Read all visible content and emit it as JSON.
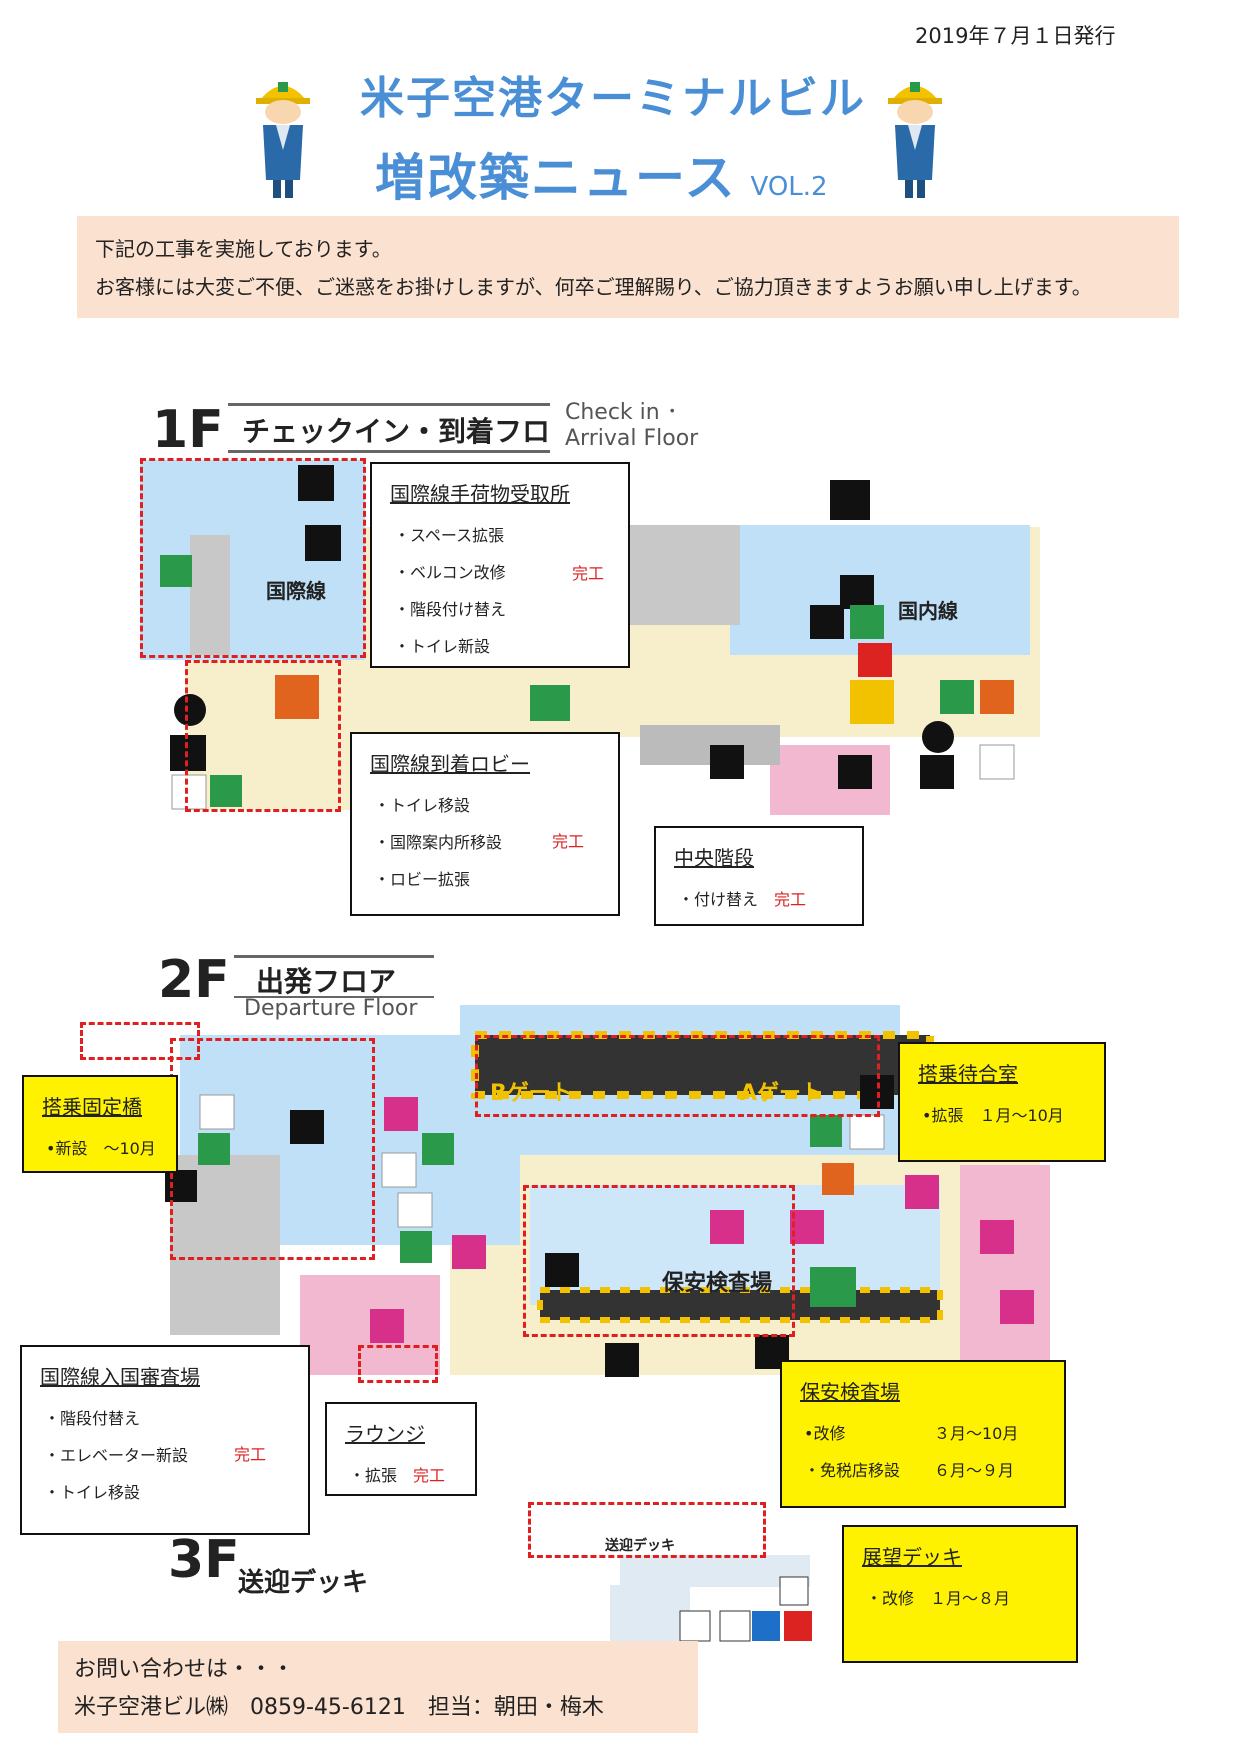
{
  "header": {
    "date": "2019年７月１日発行",
    "title_line1": "米子空港ターミナルビル",
    "title_line2": "増改築ニュース",
    "vol": "VOL.2"
  },
  "notice": {
    "line1": "下記の工事を実施しております。",
    "line2": "お客様には大変ご不便、ご迷惑をお掛けしますが、何卒ご理解賜り、ご協力頂きますようお願い申し上げます。"
  },
  "floor1": {
    "number": "1F",
    "title": "チェックイン・到着フロア",
    "en_line1": "Check in ･",
    "en_line2": "Arrival Floor",
    "labels": {
      "intl": "国際線",
      "dom": "国内線"
    }
  },
  "floor2": {
    "number": "2F",
    "title": "出発フロア",
    "en": "Departure Floor",
    "labels": {
      "gate_b": "Bゲート",
      "gate_a": "Aゲート",
      "security": "保安検査場"
    }
  },
  "floor3": {
    "number": "3F",
    "title": "送迎デッキ",
    "deck_label": "送迎デッキ"
  },
  "callouts": {
    "baggage": {
      "title": "国際線手荷物受取所",
      "items": [
        "・スペース拡張",
        "・ベルコン改修",
        "・階段付け替え",
        "・トイレ新設"
      ],
      "status": "完工"
    },
    "arrival_lobby": {
      "title": "国際線到着ロビー",
      "items": [
        "・トイレ移設",
        "・国際案内所移設",
        "・ロビー拡張"
      ],
      "status": "完工"
    },
    "central_stairs": {
      "title": "中央階段",
      "item": "・付け替え",
      "status": "完工"
    },
    "bridge": {
      "title": "搭乗固定橋",
      "item": "•新設　～10月"
    },
    "waiting_room": {
      "title": "搭乗待合室",
      "item": "•拡張　１月～10月"
    },
    "immigration": {
      "title": "国際線入国審査場",
      "items": [
        "・階段付替え",
        "・エレベーター新設",
        "・トイレ移設"
      ],
      "status": "完工"
    },
    "lounge": {
      "title": "ラウンジ",
      "item": "・拡張",
      "status": "完工"
    },
    "security": {
      "title": "保安検査場",
      "items": [
        {
          "label": "•改修",
          "period": "３月～10月"
        },
        {
          "label": "・免税店移設",
          "period": "６月～９月"
        }
      ]
    },
    "observation": {
      "title": "展望デッキ",
      "item": "・改修　１月～８月"
    }
  },
  "contact": {
    "line1": "お問い合わせは・・・",
    "line2": "米子空港ビル㈱　0859-45-6121　担当：朝田・梅木"
  },
  "colors": {
    "title_blue": "#4a8fd6",
    "notice_bg": "#fbe1d0",
    "callout_yellow": "#fff200",
    "dash_red": "#e02020",
    "map_blue": "#bfe0f7",
    "map_cream": "#f7efcc",
    "map_pink": "#f2b8d0",
    "map_gray": "#c8c8c8"
  }
}
